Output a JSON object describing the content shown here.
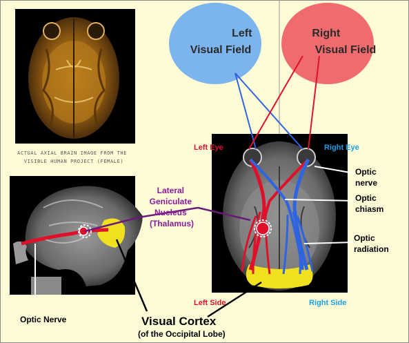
{
  "visual_fields": {
    "left": [
      "Left",
      "Visual Field"
    ],
    "right": [
      "Right",
      "Visual Field"
    ]
  },
  "caption": [
    "ACTUAL AXIAL BRAIN IMAGE FROM THE",
    "VISIBLE HUMAN PROJECT (FEMALE)"
  ],
  "lgn_label": [
    "Lateral",
    "Geniculate",
    "Nucleus",
    "(Thalamus)"
  ],
  "eyes": {
    "left": "Left Eye",
    "right": "Right Eye"
  },
  "pathway_labels": {
    "optic_nerve": [
      "Optic",
      "nerve"
    ],
    "optic_chiasm": [
      "Optic",
      "chiasm"
    ],
    "optic_radiation": [
      "Optic",
      "radiation"
    ]
  },
  "sides": {
    "left": "Left Side",
    "right": "Right Side"
  },
  "optic_nerve_label": "Optic Nerve",
  "visual_cortex": {
    "title": "Visual Cortex",
    "subtitle": "(of the Occipital Lobe)"
  },
  "colors": {
    "background": "#fefcd7",
    "left_field": "#7cb4ee",
    "right_field": "#f06b6e",
    "left_pathway": "#2e64e0",
    "right_pathway": "#e0102a",
    "cortex": "#f0e020",
    "lgn_label": "#8b1a9a",
    "left_eye_label": "#e0102a",
    "right_eye_label": "#1aa0e6"
  }
}
